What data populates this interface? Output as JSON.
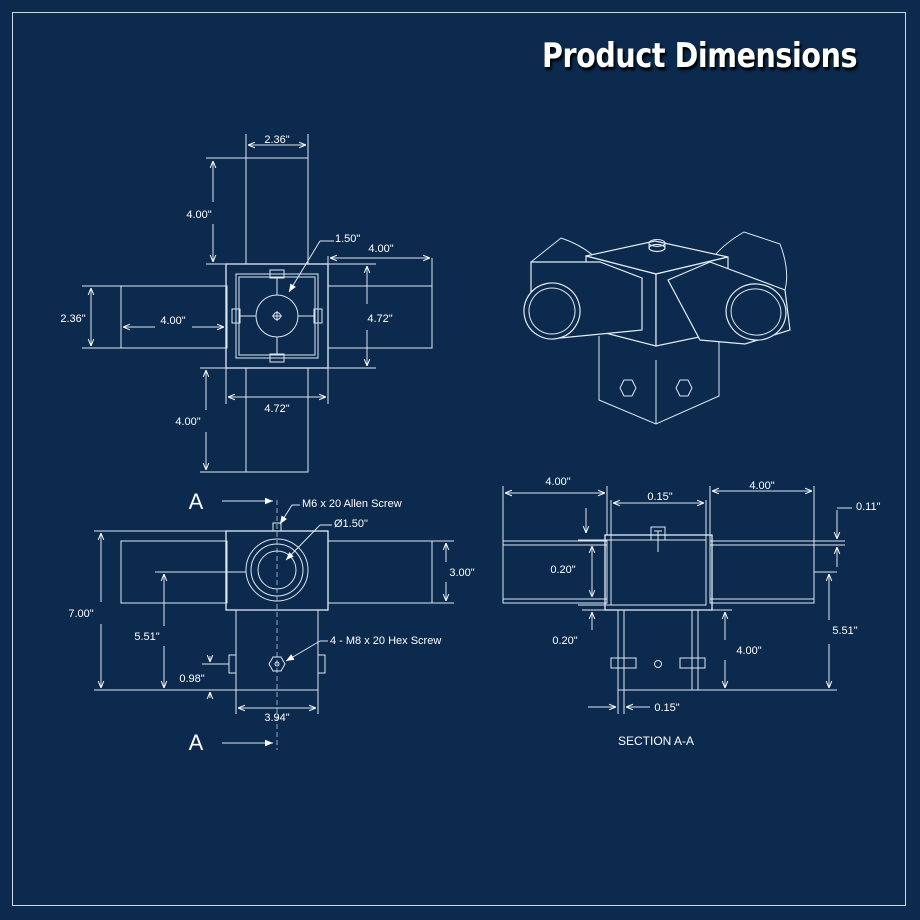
{
  "title": "Product Dimensions",
  "colors": {
    "background": "#0b2a4d",
    "line": "#dde7f1",
    "text": "#ffffff"
  },
  "top_view": {
    "dims": {
      "arm_width_top": "2.36\"",
      "arm_length_top": "4.00\"",
      "bore_dia": "1.50\"",
      "arm_length_right": "4.00\"",
      "arm_width_left": "2.36\"",
      "arm_length_left": "4.00\"",
      "hub_height": "4.72\"",
      "hub_width": "4.72\"",
      "arm_length_bottom": "4.00\""
    }
  },
  "front_view": {
    "section_marker_top": "A",
    "section_marker_bottom": "A",
    "dims": {
      "allen_screw": "M6 x 20 Allen Screw",
      "bore_dia": "Ø1.50\"",
      "arm_height": "3.00\"",
      "total_height": "7.00\"",
      "center_height": "5.51\"",
      "hex_screw": "4 - M8 x 20 Hex Screw",
      "screw_height": "0.98\"",
      "sleeve_width": "3.94\""
    }
  },
  "section_view": {
    "label": "SECTION A-A",
    "dims": {
      "arm_left": "4.00\"",
      "wall_top": "0.15\"",
      "arm_right": "4.00\"",
      "offset_top": "0.11\"",
      "wall_upper": "0.20\"",
      "wall_lower": "0.20\"",
      "sleeve_depth": "4.00\"",
      "center_height": "5.51\"",
      "wall_bottom": "0.15\""
    }
  }
}
